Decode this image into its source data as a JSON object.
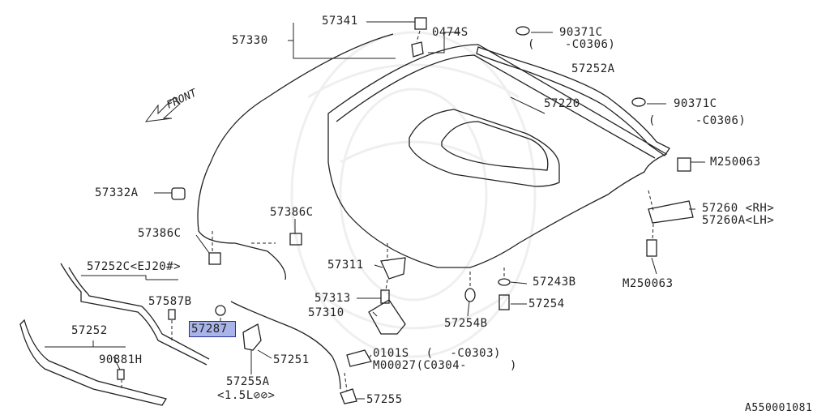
{
  "diagram_id": "A550001081",
  "front_label": "FRONT",
  "labels": {
    "p57341": "57341",
    "p57330": "57330",
    "p0474s": "0474S",
    "p90371c_top": "90371C",
    "p90371c_top_range": "( -C0306)",
    "p57252a": "57252A",
    "p57220": "57220",
    "p90371c_mid": "90371C",
    "p90371c_mid_range": "( -C0306)",
    "pm250063_top": "M250063",
    "p57332a": "57332A",
    "p57386c_right": "57386C",
    "p57260": "57260 <RH>",
    "p57260a": "57260A<LH>",
    "p57386c_left": "57386C",
    "pm250063_bot": "M250063",
    "p57252c": "57252C<EJ20#>",
    "p57311": "57311",
    "p57243b": "57243B",
    "p57587b": "57587B",
    "p57313": "57313",
    "p57254": "57254",
    "p57310": "57310",
    "p57287": "57287",
    "p57252": "57252",
    "p57254b": "57254B",
    "p90881h": "90881H",
    "p57251": "57251",
    "p0101s": "0101S ( -C0303)",
    "pm00027": "M00027(C0304- )",
    "p57255a": "57255A",
    "p57255a_cond": "<1.5L⊘⊘>",
    "p57255": "57255"
  },
  "highlighted_part": "57287"
}
